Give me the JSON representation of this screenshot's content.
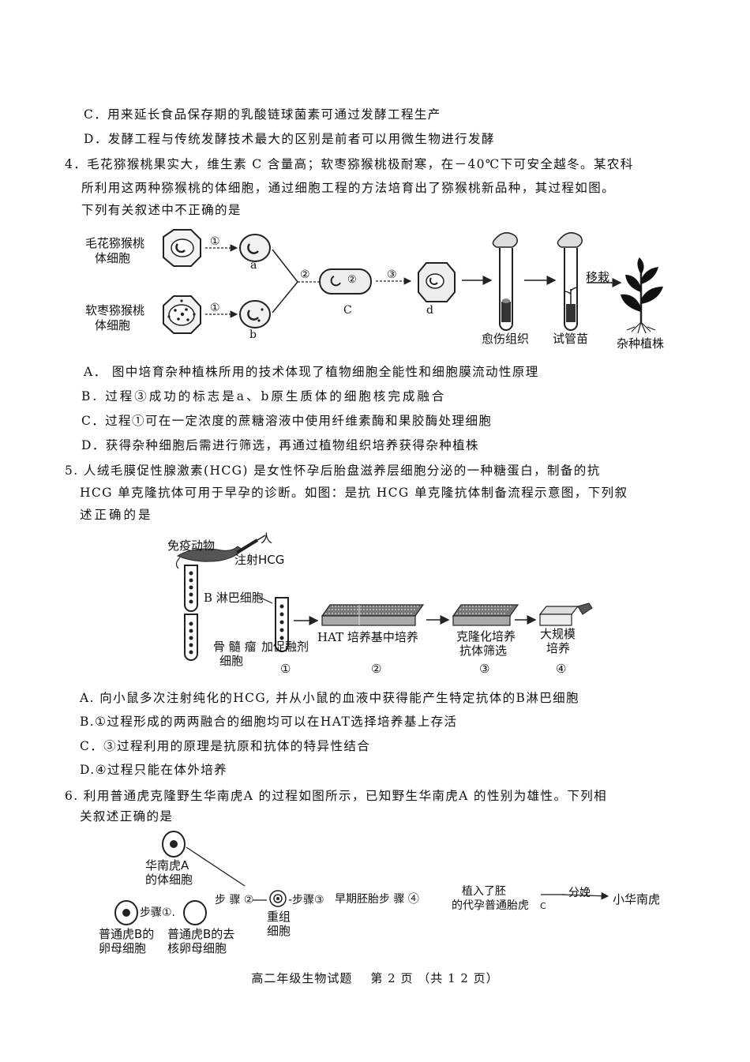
{
  "lines": {
    "q3c": "C．用来延长食品保存期的乳酸链球菌素可通过发酵工程生产",
    "q3d": "D．发酵工程与传统发酵技术最大的区别是前者可以用微生物进行发酵",
    "q4_1": "4．毛花猕猴桃果实大，维生素 C 含量高；软枣猕猴桃极耐寒，在－40℃下可安全越冬。某农科",
    "q4_2": "所利用这两种猕猴桃的体细胞，通过细胞工程的方法培育出了猕猴桃新品种，其过程如图。",
    "q4_3": "下列有关叙述中不正确的是",
    "q4a": "A．  图中培育杂种植株所用的技术体现了植物细胞全能性和细胞膜流动性原理",
    "q4b": "B. 过程③成功的标志是a、b原生质体的细胞核完成融合",
    "q4c": "C．过程①可在一定浓度的蔗糖溶液中使用纤维素酶和果胶酶处理细胞",
    "q4d": "D．获得杂种细胞后需进行筛选，再通过植物组织培养获得杂种植株",
    "q5_1": "5. 人绒毛膜促性腺激素(HCG)   是女性怀孕后胎盘滋养层细胞分泌的一种糖蛋白，制备的抗",
    "q5_2": "HCG   单克隆抗体可用于早孕的诊断。如图：是抗 HCG   单克隆抗体制备流程示意图，下列叙",
    "q5_3": "述正确的是",
    "q5a": "A. 向小鼠多次注射纯化的HCG, 并从小鼠的血液中获得能产生特定抗体的B淋巴细胞",
    "q5b": "B.①过程形成的两两融合的细胞均可以在HAT选择培养基上存活",
    "q5c": "C．③过程利用的原理是抗原和抗体的特异性结合",
    "q5d": "D.④过程只能在体外培养",
    "q6_1": "6. 利用普通虎克隆野生华南虎A 的过程如图所示，已知野生华南虎A 的性别为雄性。下列相",
    "q6_2": "关叙述正确的是"
  },
  "fig4": {
    "cell1_a": "毛花猕猴桃",
    "cell1_b": "体细胞",
    "cell2_a": "软枣猕猴桃",
    "cell2_b": "体细胞",
    "step1": "①",
    "step1b": "①",
    "a": "a",
    "b": "b",
    "step2": "②",
    "step2_in": "②",
    "c": "C",
    "step3": "③",
    "d": "d",
    "callus": "愈伤组织",
    "seedling": "试管苗",
    "transplant": "移栽",
    "hybrid": "杂种植株"
  },
  "fig5": {
    "animal": "免疫动物",
    "human": "人",
    "inject": "注射HCG",
    "bcell": "B 淋巴细胞",
    "myeloma_a": "骨 髓 瘤",
    "myeloma_b": "细胞",
    "fusion": "加促融剂",
    "hat": "HAT 培养基中培养",
    "clone_a": "克隆化培养",
    "clone_b": "抗体筛选",
    "large_a": "大规模",
    "large_b": "培养",
    "n1": "①",
    "n2": "②",
    "n3": "③",
    "n4": "④"
  },
  "fig6": {
    "tigerA_a": "华南虎A",
    "tigerA_b": "的体细胞",
    "egg_a": "普通虎B的",
    "egg_b": "卵母细胞",
    "step1": "步骤①.",
    "enuc_a": "普通虎B的去",
    "enuc_b": "核卵母细胞",
    "step2": "步 骤 ②",
    "recon_a": "重组",
    "recon_b": "细胞",
    "step3": "-步骤③",
    "embryo": "早期胚胎步 骤 ④",
    "implant_a": "植入了胚",
    "implant_b": "的代孕普通胎虎",
    "implant_c": "C",
    "deliver": "分娩",
    "cub": "小华南虎"
  },
  "footer": "高二年级生物试题    第 2 页 （共 1 2 页）"
}
